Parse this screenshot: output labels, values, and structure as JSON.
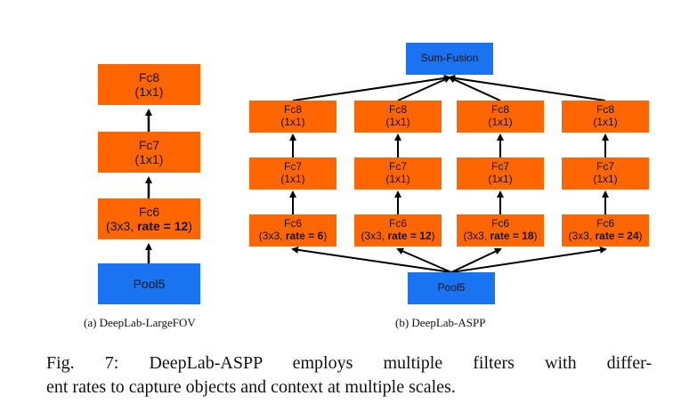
{
  "left": {
    "fc8": {
      "name": "Fc8",
      "param": "(1x1)"
    },
    "fc7": {
      "name": "Fc7",
      "param": "(1x1)"
    },
    "fc6": {
      "name": "Fc6",
      "param_prefix": "(3x3, ",
      "rate": "rate = 12",
      "param_suffix": ")"
    },
    "pool": {
      "name": "Pool5"
    },
    "caption": "(a) DeepLab-LargeFOV"
  },
  "right": {
    "sum_fusion": "Sum-Fusion",
    "branches": [
      {
        "fc8": "Fc8",
        "fc8_param": "(1x1)",
        "fc7": "Fc7",
        "fc7_param": "(1x1)",
        "fc6": "Fc6",
        "fc6_prefix": "(3x3, ",
        "fc6_rate": "rate = 6",
        "fc6_suffix": ")"
      },
      {
        "fc8": "Fc8",
        "fc8_param": "(1x1)",
        "fc7": "Fc7",
        "fc7_param": "(1x1)",
        "fc6": "Fc6",
        "fc6_prefix": "(3x3, ",
        "fc6_rate": "rate = 12",
        "fc6_suffix": ")"
      },
      {
        "fc8": "Fc8",
        "fc8_param": "(1x1)",
        "fc7": "Fc7",
        "fc7_param": "(1x1)",
        "fc6": "Fc6",
        "fc6_prefix": "(3x3, ",
        "fc6_rate": "rate = 18",
        "fc6_suffix": ")"
      },
      {
        "fc8": "Fc8",
        "fc8_param": "(1x1)",
        "fc7": "Fc7",
        "fc7_param": "(1x1)",
        "fc6": "Fc6",
        "fc6_prefix": "(3x3, ",
        "fc6_rate": "rate = 24",
        "fc6_suffix": ")"
      }
    ],
    "pool": "Pool5",
    "caption": "(b) DeepLab-ASPP"
  },
  "figure_caption": {
    "line1": "Fig. 7: DeepLab-ASPP employs multiple filters with differ-",
    "line2": "ent rates to capture objects and context at multiple scales."
  },
  "colors": {
    "orange": "#ff6600",
    "blue": "#1a73f0"
  }
}
